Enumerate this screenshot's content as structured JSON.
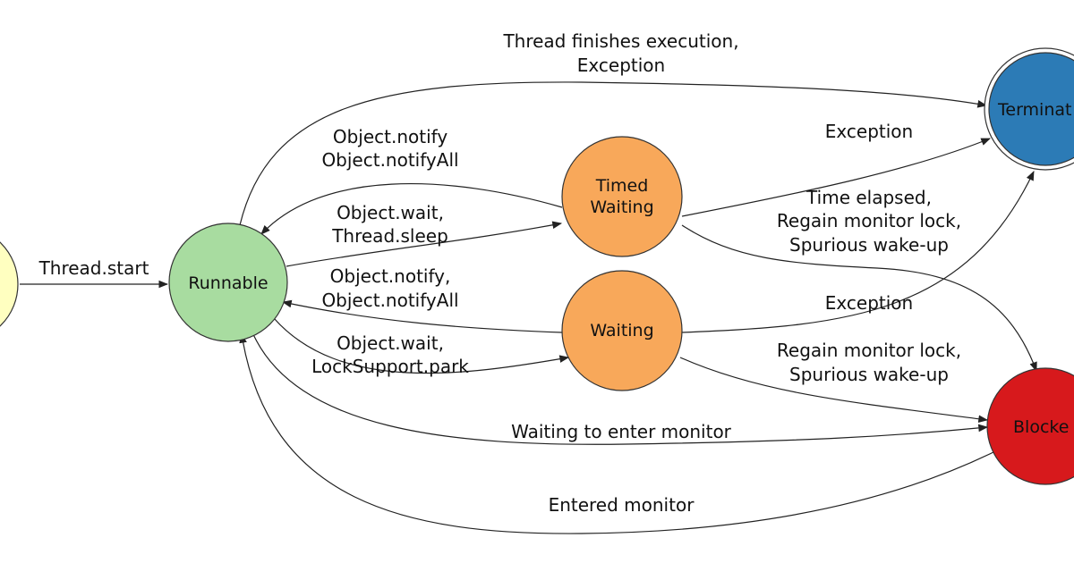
{
  "colors": {
    "new": "#ffffc0",
    "runnable": "#a8dca0",
    "timed_waiting": "#f8a85a",
    "waiting": "#f8a85a",
    "terminated": "#2c7bb6",
    "blocked": "#d7191c"
  },
  "states": {
    "runnable": "Runnable",
    "timed_waiting": [
      "Timed",
      "Waiting"
    ],
    "waiting": "Waiting",
    "terminated": "Terminat",
    "blocked": "Blocke"
  },
  "transitions": {
    "thread_start": "Thread.start",
    "finish": [
      "Thread finishes execution,",
      "Exception"
    ],
    "tw_notify": [
      "Object.notify",
      "Object.notifyAll"
    ],
    "tw_wait": [
      "Object.wait,",
      "Thread.sleep"
    ],
    "w_notify": [
      "Object.notify,",
      "Object.notifyAll"
    ],
    "w_wait": [
      "Object.wait,",
      "LockSupport.park"
    ],
    "tw_exception": "Exception",
    "tw_to_blocked": [
      "Time elapsed,",
      "Regain monitor lock,",
      "Spurious wake-up"
    ],
    "w_exception": "Exception",
    "w_to_blocked": [
      "Regain monitor lock,",
      "Spurious wake-up"
    ],
    "enter_monitor": "Waiting to enter monitor",
    "entered_monitor": "Entered monitor"
  }
}
